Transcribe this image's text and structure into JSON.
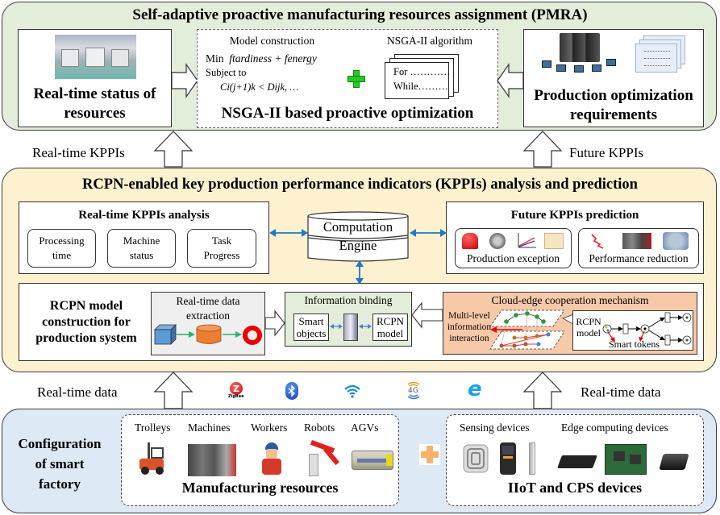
{
  "top_layer": {
    "title": "Self-adaptive proactive manufacturing resources assignment (PMRA)",
    "left_box": {
      "label_line1": "Real-time status of",
      "label_line2": "resources",
      "image": "factory-floor-photo"
    },
    "center_box": {
      "model_heading": "Model construction",
      "objective_prefix": "Min",
      "objective_expr": "ftardiness + fenergy",
      "subject_to": "Subject to",
      "constraint": "Ci(j+1)k < Dijk,   …",
      "algorithm_heading": "NSGA-II algorithm",
      "code_line1": "For …………",
      "code_line2": "While………",
      "plus_icon": "green-plus-icon",
      "label": "NSGA-II based proactive optimization"
    },
    "right_box": {
      "label_line1": "Production optimization",
      "label_line2": "requirements",
      "image": "cloud-servers-and-documents"
    }
  },
  "arrows_upper": {
    "left_label": "Real-time KPPIs",
    "right_label": "Future KPPIs"
  },
  "middle_layer": {
    "title": "RCPN-enabled key production performance indicators (KPPIs) analysis and prediction",
    "realtime_analysis": {
      "heading": "Real-time KPPIs analysis",
      "items": [
        {
          "line1": "Processing",
          "line2": "time"
        },
        {
          "line1": "Machine",
          "line2": "status"
        },
        {
          "line1": "Task",
          "line2": "Progress"
        }
      ]
    },
    "engine": {
      "line1": "Computation",
      "line2": "Engine"
    },
    "future_prediction": {
      "heading": "Future KPPIs prediction",
      "groups": [
        {
          "label": "Production exception",
          "icons": [
            "alarm-light-icon",
            "gear-robot-icon",
            "trend-chart-icon",
            "documents-icon"
          ]
        },
        {
          "label": "Performance reduction",
          "icons": [
            "downtrend-icon",
            "machine-icon",
            "network-icon"
          ]
        }
      ]
    },
    "rcpn_model": {
      "heading_line1": "RCPN model",
      "heading_line2": "construction for",
      "heading_line3": "production system",
      "extraction": {
        "line1": "Real-time data",
        "line2": "extraction"
      },
      "binding": {
        "heading": "Information binding",
        "left": {
          "line1": "Smart",
          "line2": "objects"
        },
        "right": {
          "line1": "RCPN",
          "line2": "model"
        }
      },
      "cloud_edge": {
        "heading": "Cloud-edge cooperation mechanism",
        "multi_level_line1": "Multi-level",
        "multi_level_line2": "information",
        "multi_level_line3": "interaction",
        "rcpn_line1": "RCPN",
        "rcpn_line2": "model",
        "smart_tokens": "Smart tokens"
      }
    }
  },
  "arrows_lower": {
    "left_label": "Real-time data",
    "right_label": "Real-time data",
    "protocol_icons": [
      {
        "name": "zigbee-icon",
        "label": "ZigBee"
      },
      {
        "name": "bluetooth-icon",
        "label": ""
      },
      {
        "name": "wifi-icon",
        "label": ""
      },
      {
        "name": "4g-icon",
        "label": "4G"
      },
      {
        "name": "internet-explorer-icon",
        "label": "e"
      }
    ]
  },
  "bottom_layer": {
    "title_line1": "Configuration",
    "title_line2": "of smart",
    "title_line3": "factory",
    "resources": {
      "items": [
        "Trolleys",
        "Machines",
        "Workers",
        "Robots",
        "AGVs"
      ],
      "label": "Manufacturing resources"
    },
    "devices": {
      "sensing_label": "Sensing devices",
      "edge_label": "Edge computing devices",
      "label": "IIoT and CPS devices"
    }
  },
  "colors": {
    "top_layer_bg": "#e3eeda",
    "middle_layer_bg": "#fdf1cf",
    "bottom_layer_bg": "#dde9f5",
    "cloud_edge_bg": "#f7c9a8",
    "binding_bg": "#e3eeda",
    "extraction_bg": "#efefef",
    "connector_blue": "#1f78c8",
    "plus_green": "#22cc22",
    "plus_orange": "#f7b26a"
  }
}
